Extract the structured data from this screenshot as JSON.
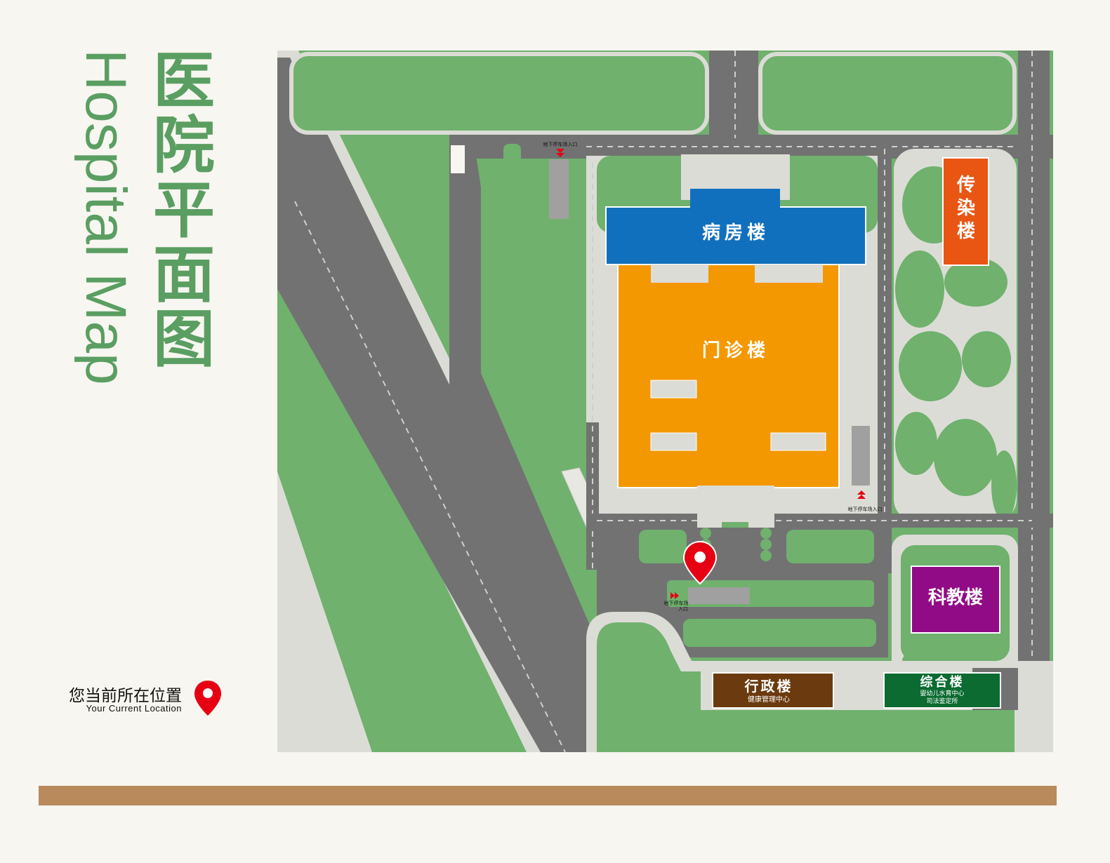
{
  "title": {
    "chinese_chars": [
      "医",
      "院",
      "平",
      "面",
      "图"
    ],
    "english": "Hospital Map"
  },
  "legend": {
    "label_cn": "您当前所在位置",
    "label_en": "Your Current Location",
    "icon": "location-pin-icon"
  },
  "buildings": {
    "ward": {
      "label": "病房楼",
      "color": "#1170bd"
    },
    "outpatient": {
      "label": "门诊楼",
      "color": "#f39800"
    },
    "infectious": {
      "label_chars": [
        "传",
        "染",
        "楼"
      ],
      "color": "#e95513"
    },
    "research": {
      "label": "科教楼",
      "color": "#910b86"
    },
    "admin": {
      "label": "行政楼",
      "sublabel": "健康管理中心",
      "color": "#6b3a0e"
    },
    "complex": {
      "label": "综合楼",
      "sublabel_1": "婴幼儿水育中心",
      "sublabel_2": "司法鉴定所",
      "color": "#0b6b30"
    }
  },
  "parking_entrances": {
    "top": "地下停车场入口",
    "right": "地下停车场入口",
    "bottom_line1": "地下停车场",
    "bottom_line2": "入口"
  },
  "colors": {
    "grass": "#6fb16d",
    "road": "#727272",
    "sidewalk": "#dcdcd6",
    "accent_green": "#5a9e62",
    "marker_red": "#e60012",
    "bottom_bar": "#b98a5c"
  }
}
